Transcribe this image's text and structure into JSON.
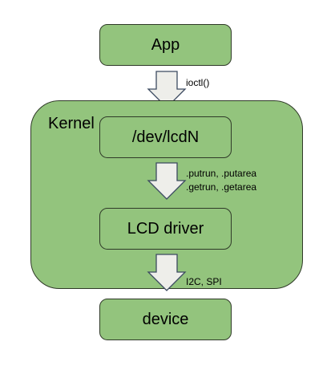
{
  "nodes": {
    "app": "App",
    "kernel": "Kernel",
    "dev": "/dev/lcdN",
    "driver": "LCD driver",
    "device": "device"
  },
  "edges": {
    "app_to_dev": "ioctl()",
    "dev_to_driver_line1": ".putrun, .putarea",
    "dev_to_driver_line2": ".getrun, .getarea",
    "driver_to_device": "I2C, SPI"
  },
  "colors": {
    "box_fill": "#93c47d",
    "box_border": "#2f3a28",
    "arrow_fill": "#eeeeea",
    "arrow_border": "#3c4a60"
  }
}
